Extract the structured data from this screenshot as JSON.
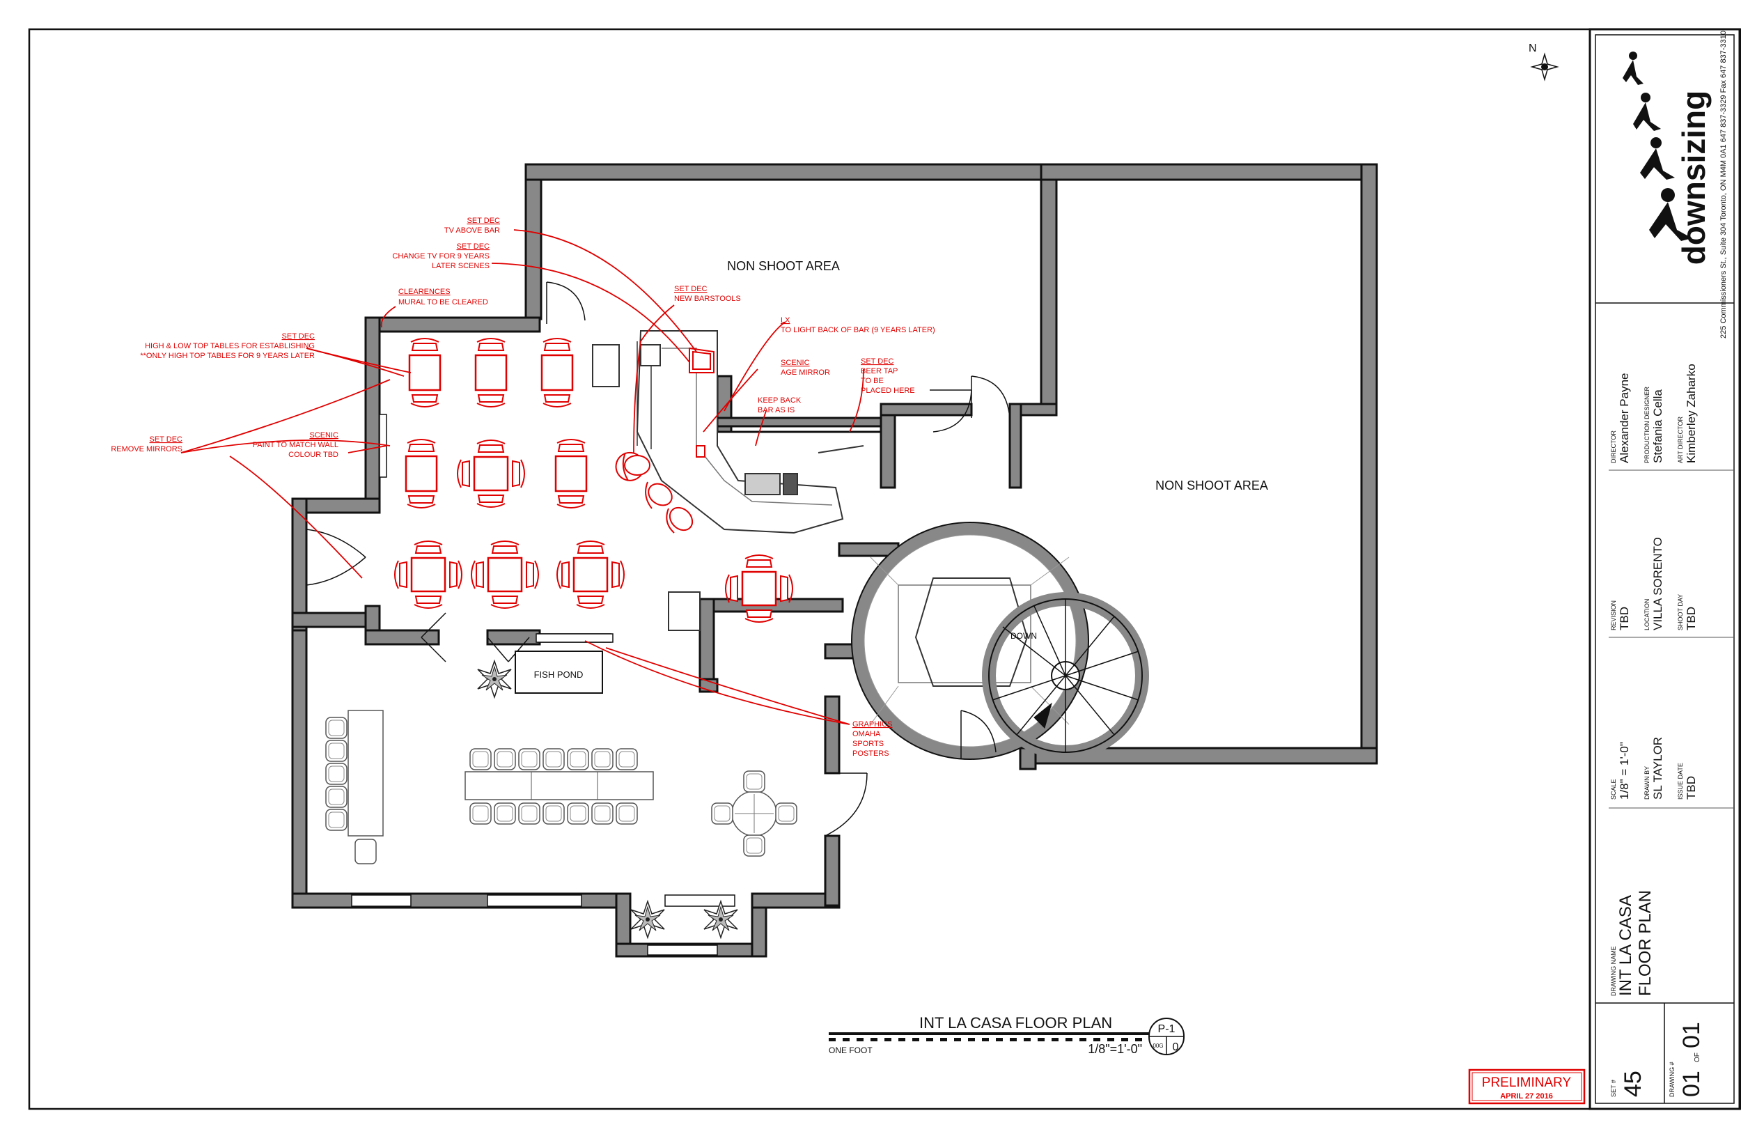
{
  "plan": {
    "non_shoot_area_left": "NON SHOOT AREA",
    "non_shoot_area_right": "NON SHOOT AREA",
    "fish_pond": "FISH POND",
    "down": "DOWN",
    "compass_n": "N"
  },
  "notes": {
    "set_dec_tv": {
      "head": "SET DEC",
      "lines": [
        "TV ABOVE BAR"
      ]
    },
    "set_dec_change_tv": {
      "head": "SET DEC",
      "lines": [
        "CHANGE TV FOR 9 YEARS",
        "LATER SCENES"
      ]
    },
    "clearences": {
      "head": "CLEARENCES",
      "lines": [
        "MURAL TO BE CLEARED"
      ]
    },
    "set_dec_tables": {
      "head": "SET DEC",
      "lines": [
        "HIGH & LOW TOP TABLES FOR ESTABLISHING",
        "**ONLY HIGH TOP TABLES FOR 9 YEARS LATER"
      ]
    },
    "set_dec_mirrors": {
      "head": "SET DEC",
      "lines": [
        "REMOVE MIRRORS"
      ]
    },
    "scenic_paint": {
      "head": "SCENIC",
      "lines": [
        "PAINT TO MATCH WALL",
        "COLOUR TBD"
      ]
    },
    "set_dec_barstools": {
      "head": "SET DEC",
      "lines": [
        "NEW BARSTOOLS"
      ]
    },
    "lx": {
      "head": "LX",
      "lines": [
        "TO LIGHT BACK OF BAR (9 YEARS LATER)"
      ]
    },
    "scenic_mirror": {
      "head": "SCENIC",
      "lines": [
        "AGE MIRROR"
      ]
    },
    "set_dec_beer": {
      "head": "SET DEC",
      "lines": [
        "BEER TAP",
        "TO BE",
        "PLACED HERE"
      ]
    },
    "keep_back_bar": {
      "lines": [
        "KEEP BACK",
        "BAR AS IS"
      ]
    },
    "graphics": {
      "head": "GRAPHICS",
      "lines": [
        "OMAHA",
        "SPORTS",
        "POSTERS"
      ]
    }
  },
  "drawing_title": {
    "name": "INT LA CASA FLOOR PLAN",
    "scale": "1/8\"=1'-0\"",
    "one_foot": "ONE FOOT",
    "ref_top": "P-1",
    "ref_sheet": "00G",
    "ref_num": "0"
  },
  "stamp": {
    "label": "PRELIMINARY",
    "date": "APRIL 27 2016"
  },
  "title_block": {
    "company": "downsizing",
    "address": "225 Commissioners St., Suite 304   Toronto, ON M4M 0A1   647 837-3329   Fax 647 837-3310",
    "director_label": "DIRECTOR",
    "director": "Alexander Payne",
    "pd_label": "PRODUCTION DESIGNER",
    "pd": "Stefania Cella",
    "ad_label": "ART DIRECTOR",
    "ad": "Kimberley Zaharko",
    "revision_label": "REVISION",
    "revision": "TBD",
    "location_label": "LOCATION",
    "location": "VILLA SORENTO",
    "shoot_day_label": "SHOOT DAY",
    "shoot_day": "TBD",
    "scale_label": "SCALE",
    "scale": "1/8\" = 1'-0\"",
    "drawn_by_label": "DRAWN BY",
    "drawn_by": "SL TAYLOR",
    "issue_date_label": "ISSUE DATE",
    "issue_date": "TBD",
    "drawing_name_label": "DRAWING NAME",
    "drawing_name_1": "INT LA CASA",
    "drawing_name_2": "FLOOR PLAN",
    "set_label": "SET #",
    "set": "45",
    "drawing_no_label": "DRAWING #",
    "drawing_no": "01",
    "of": "OF",
    "drawing_total": "01"
  }
}
